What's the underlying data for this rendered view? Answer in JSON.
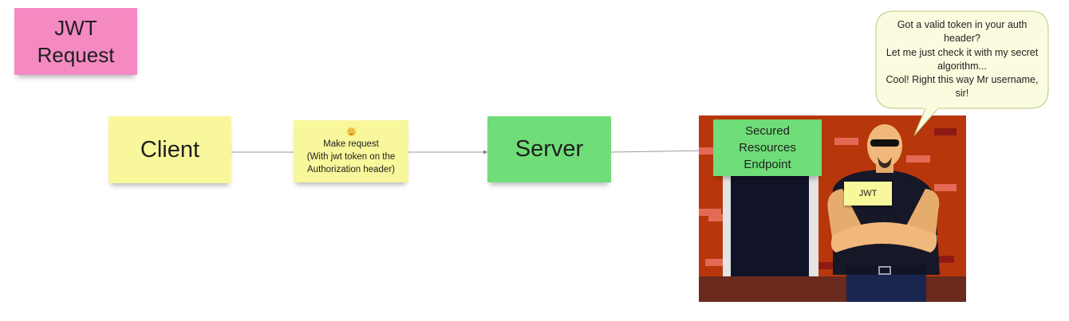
{
  "title_note": {
    "text": "JWT\nRequest"
  },
  "nodes": {
    "client": "Client",
    "request": {
      "line1": "Make request",
      "line2": "(With jwt token on the",
      "line3": "Authorization header)"
    },
    "server": "Server",
    "endpoint": "Secured Resources Endpoint",
    "jwt_badge": "JWT"
  },
  "speech_bubble": {
    "lines": [
      "Got a valid token in your auth header?",
      "Let me just check it with my secret algorithm...",
      "Cool! Right this way Mr username, sir!"
    ]
  },
  "colors": {
    "pink_note": "#f58ac3",
    "yellow_note": "#f8f79c",
    "green_note": "#6fdd78",
    "brick_wall": "#b8360b",
    "bubble_fill": "#fbfbe0"
  },
  "icons": [
    "smile-emoji-icon",
    "bouncer-illustration"
  ]
}
